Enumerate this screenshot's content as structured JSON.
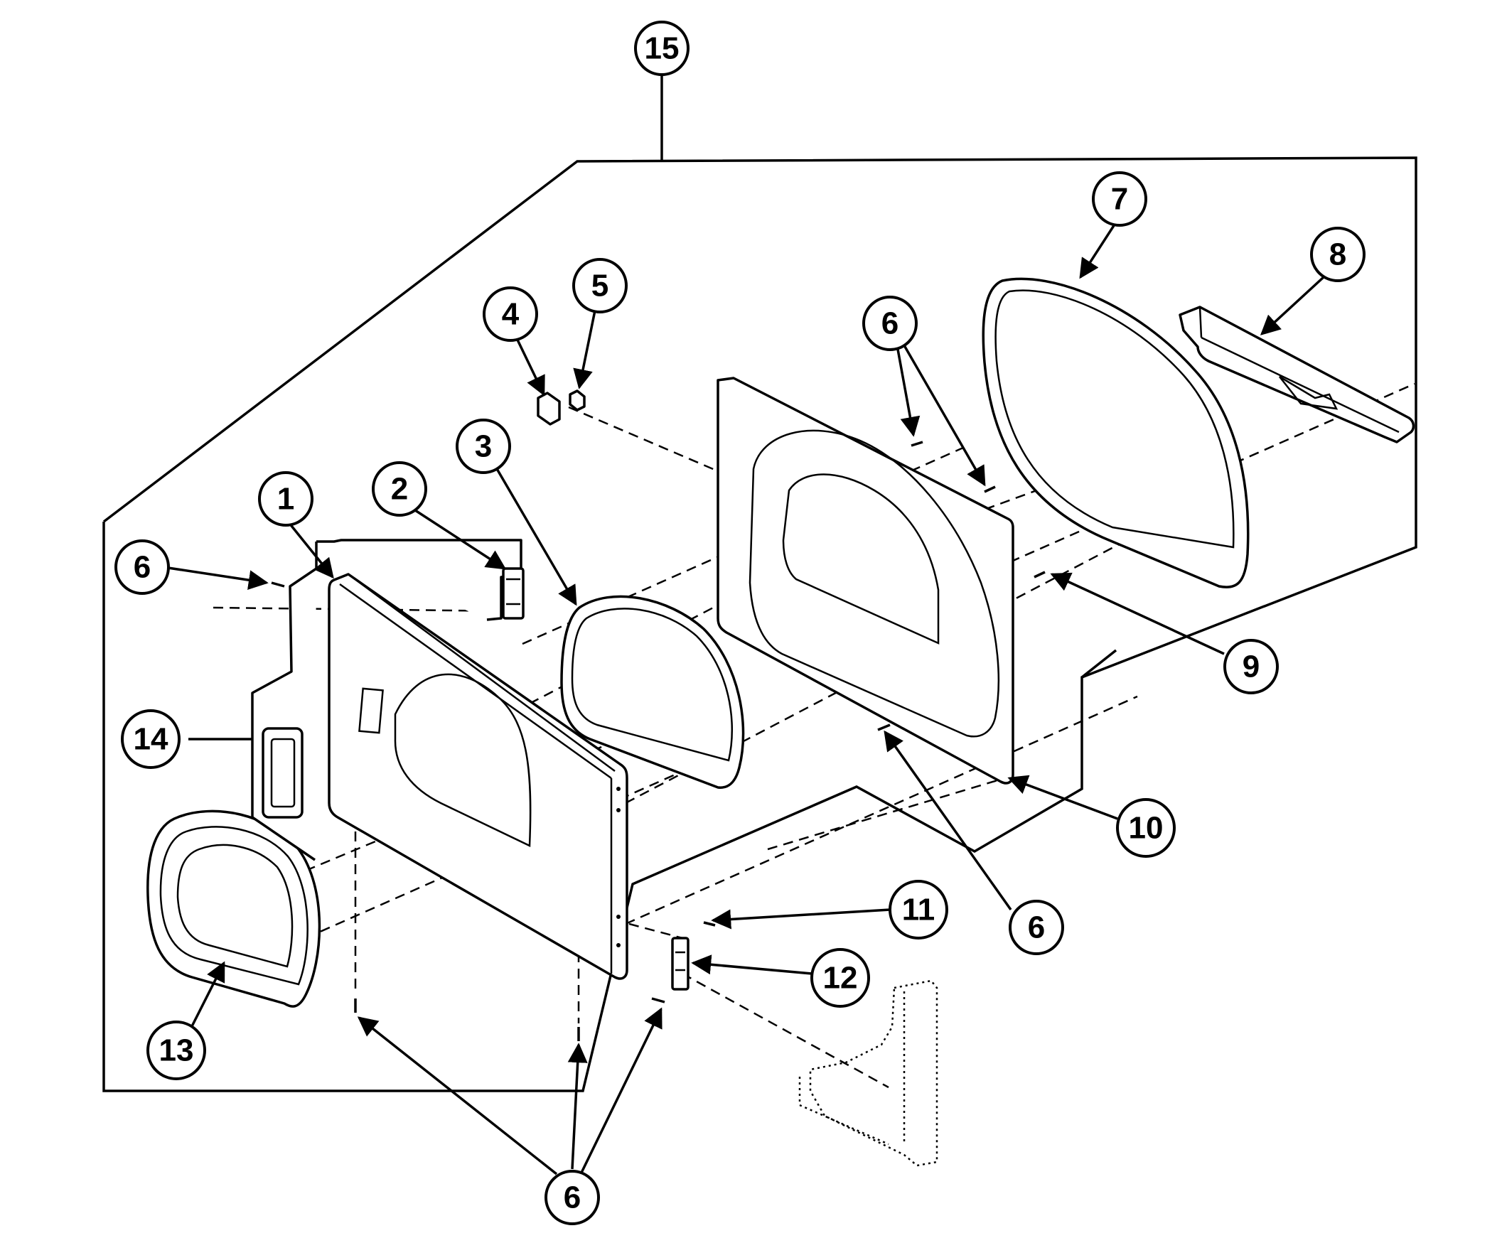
{
  "diagram": {
    "callouts": [
      {
        "id": "c15",
        "label": "15"
      },
      {
        "id": "c7",
        "label": "7"
      },
      {
        "id": "c8",
        "label": "8"
      },
      {
        "id": "c5",
        "label": "5"
      },
      {
        "id": "c4",
        "label": "4"
      },
      {
        "id": "c6a",
        "label": "6"
      },
      {
        "id": "c3",
        "label": "3"
      },
      {
        "id": "c2",
        "label": "2"
      },
      {
        "id": "c1",
        "label": "1"
      },
      {
        "id": "c6b",
        "label": "6"
      },
      {
        "id": "c9",
        "label": "9"
      },
      {
        "id": "c14",
        "label": "14"
      },
      {
        "id": "c10",
        "label": "10"
      },
      {
        "id": "c11",
        "label": "11"
      },
      {
        "id": "c6c",
        "label": "6"
      },
      {
        "id": "c12",
        "label": "12"
      },
      {
        "id": "c13",
        "label": "13"
      },
      {
        "id": "c6d",
        "label": "6"
      }
    ],
    "colors": {
      "ink": "#000000",
      "paper": "#ffffff"
    }
  }
}
